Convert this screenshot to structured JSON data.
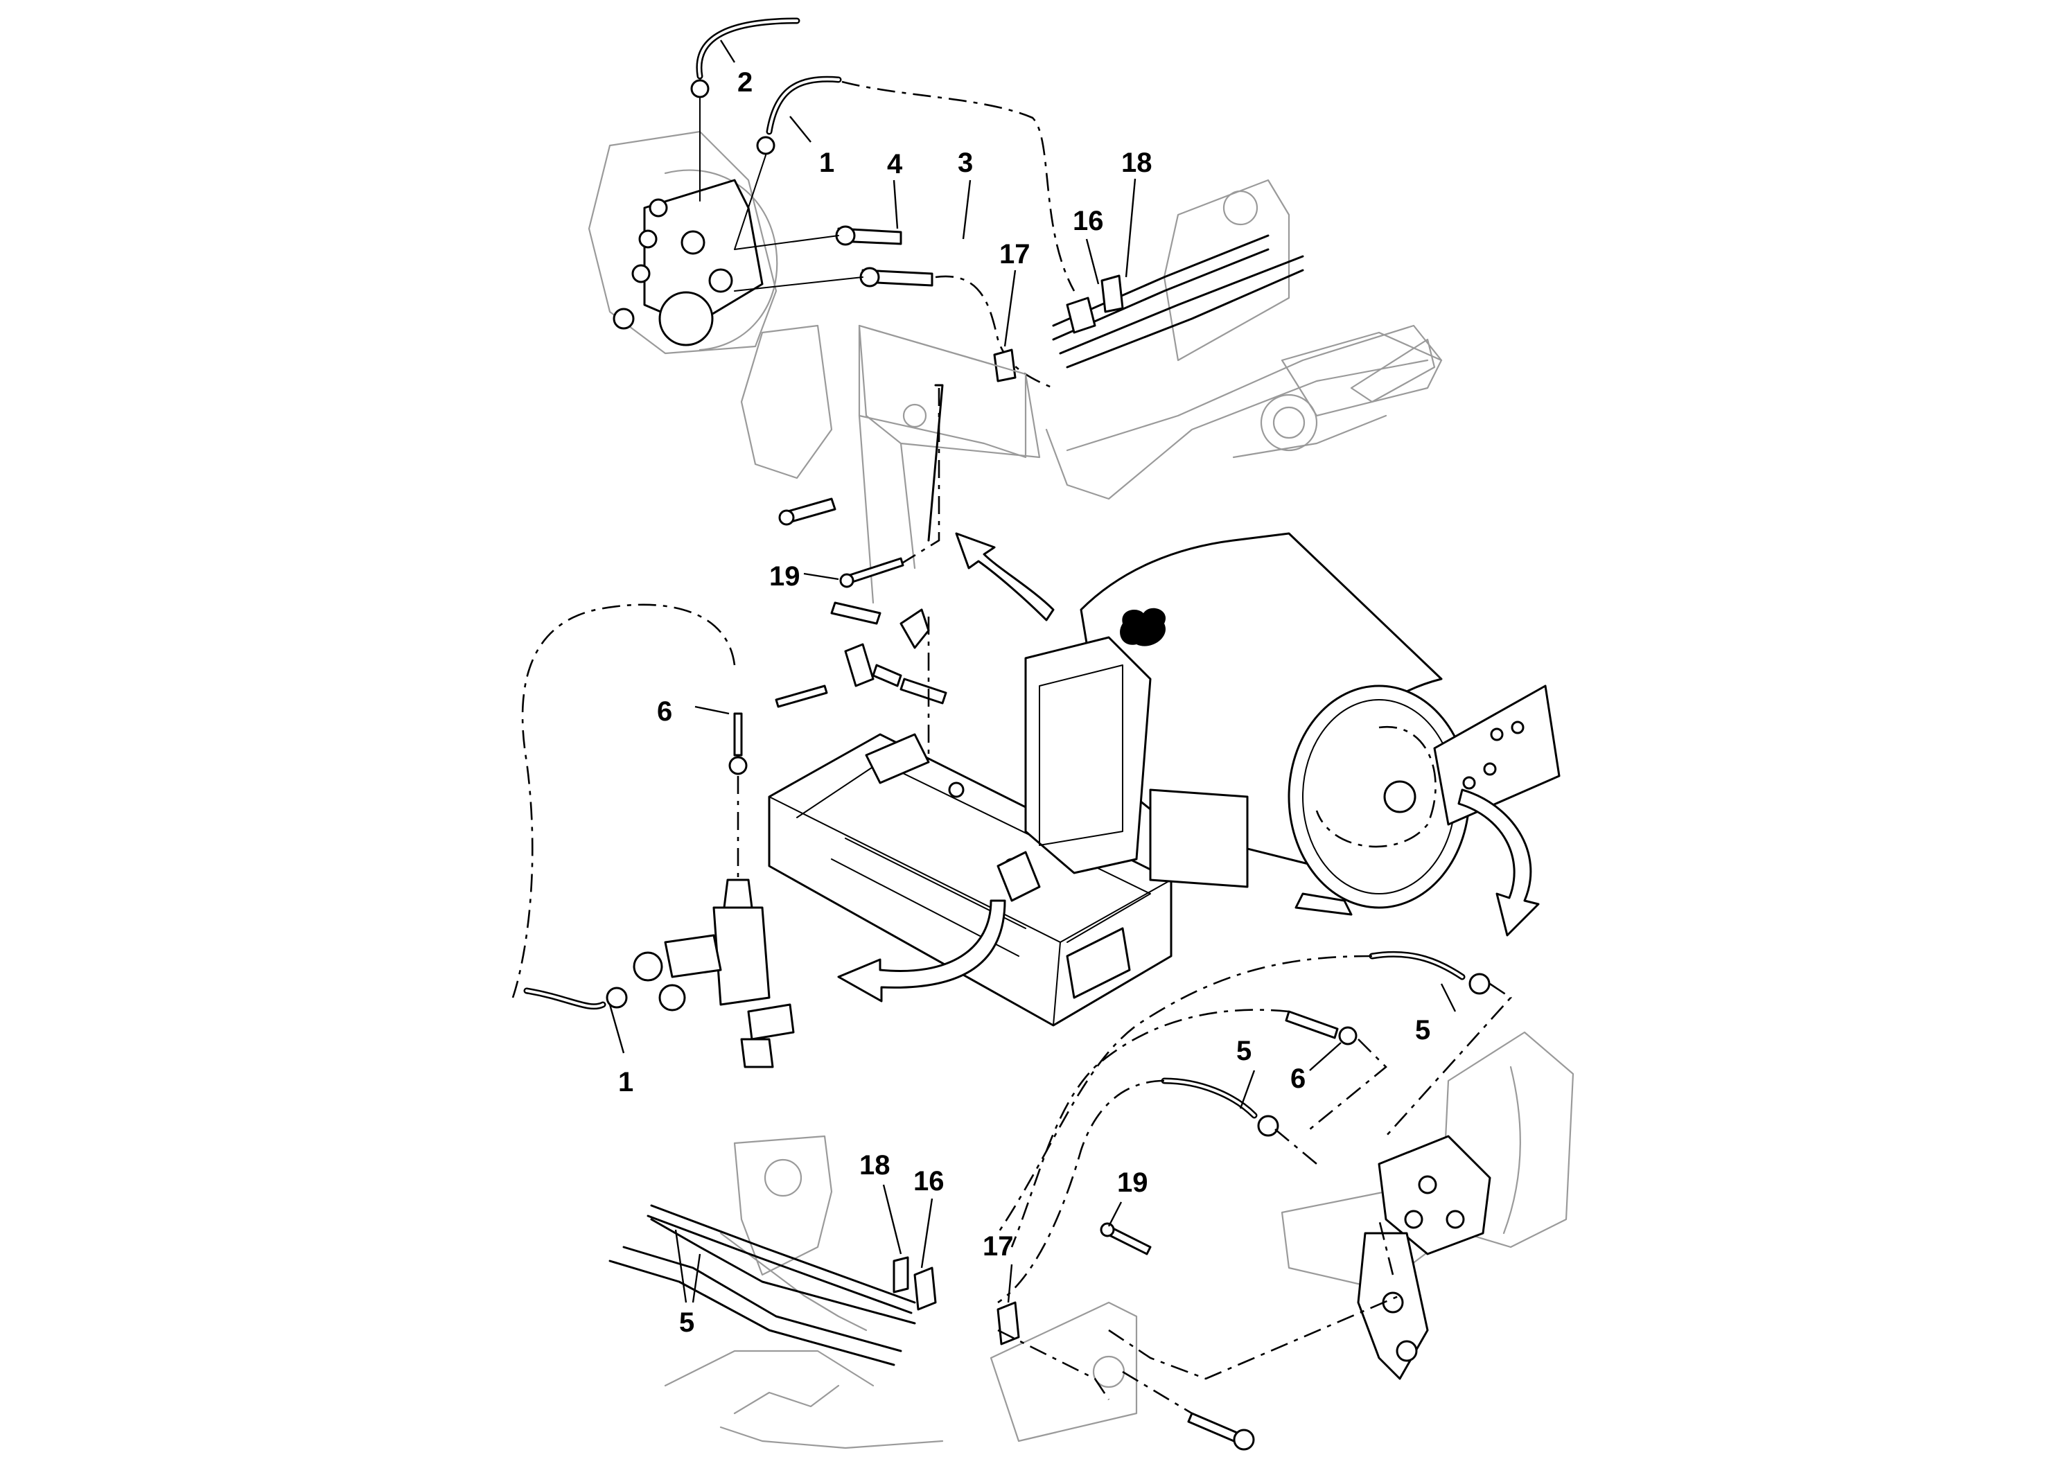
{
  "callouts": {
    "c1_top": "1",
    "c2_top": "2",
    "c3_top": "3",
    "c4_top": "4",
    "c16_top": "16",
    "c17_top": "17",
    "c18_top": "18",
    "c19_mid": "19",
    "c6_left": "6",
    "c1_left": "1",
    "c5_right_a": "5",
    "c5_right_b": "5",
    "c6_right": "6",
    "c18_bottom": "18",
    "c16_bottom": "16",
    "c17_bottom": "17",
    "c19_bottom": "19",
    "c5_bottom_left": "5"
  }
}
